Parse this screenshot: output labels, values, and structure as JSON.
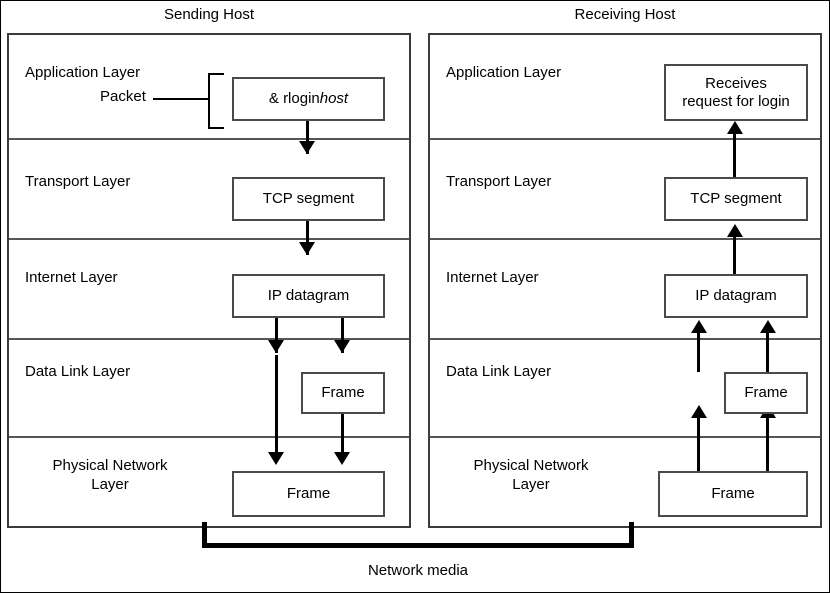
{
  "figure": {
    "media_label": "Network media"
  },
  "hosts": [
    {
      "id": "sending",
      "title": "Sending Host",
      "direction": "down",
      "layers": [
        {
          "name": "Application Layer",
          "label": "Application Layer",
          "annotation": "Packet",
          "units": [
            {
              "text": "& rlogin ",
              "emphasis": "host"
            }
          ]
        },
        {
          "name": "Transport Layer",
          "label": "Transport Layer",
          "units": [
            {
              "text": "TCP segment"
            }
          ]
        },
        {
          "name": "Internet Layer",
          "label": "Internet Layer",
          "units": [
            {
              "text": "IP datagram"
            }
          ]
        },
        {
          "name": "Data Link Layer",
          "label": "Data Link Layer",
          "units": [
            {
              "text": "Frame"
            }
          ]
        },
        {
          "name": "Physical Network Layer",
          "label": "Physical Network\nLayer",
          "units": [
            {
              "text": "Frame"
            }
          ]
        }
      ]
    },
    {
      "id": "receiving",
      "title": "Receiving Host",
      "direction": "up",
      "layers": [
        {
          "name": "Application Layer",
          "label": "Application Layer",
          "units": [
            {
              "text": "Receives request for login"
            }
          ]
        },
        {
          "name": "Transport Layer",
          "label": "Transport Layer",
          "units": [
            {
              "text": "TCP segment"
            }
          ]
        },
        {
          "name": "Internet Layer",
          "label": "Internet Layer",
          "units": [
            {
              "text": "IP datagram"
            }
          ]
        },
        {
          "name": "Data Link Layer",
          "label": "Data Link Layer",
          "units": [
            {
              "text": "Frame"
            }
          ]
        },
        {
          "name": "Physical Network Layer",
          "label": "Physical Network\nLayer",
          "units": [
            {
              "text": "Frame"
            }
          ]
        }
      ]
    }
  ],
  "boxes": {
    "sending_app": "& rlogin ",
    "sending_app_italic": "host",
    "sending_transport": "TCP segment",
    "sending_internet": "IP datagram",
    "sending_datalink": "Frame",
    "sending_physical": "Frame",
    "receiving_app_line1": "Receives",
    "receiving_app_line2": "request for login",
    "receiving_transport": "TCP segment",
    "receiving_internet": "IP datagram",
    "receiving_datalink": "Frame",
    "receiving_physical": "Frame"
  },
  "colors": {
    "line": "#000000",
    "panel_border": "#3b3b3b",
    "divider": "#555555",
    "background": "#ffffff"
  }
}
